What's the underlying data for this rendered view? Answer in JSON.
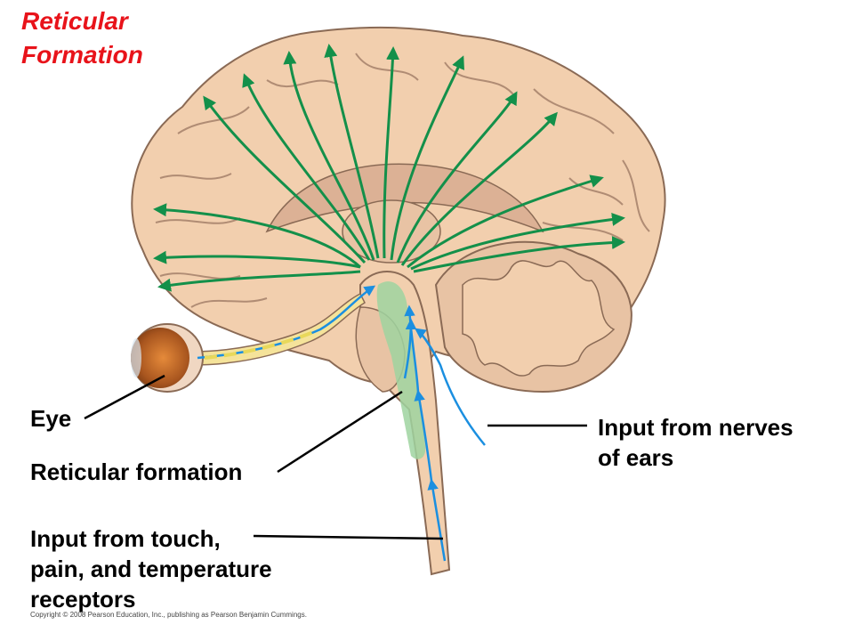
{
  "title": {
    "line1": "Reticular",
    "line2": "Formation",
    "color": "#e8131a"
  },
  "labels": {
    "eye": "Eye",
    "reticular_formation": "Reticular formation",
    "touch_line1": "Input from touch,",
    "touch_line2": "pain, and temperature",
    "touch_line3": "receptors",
    "ears_line1": "Input from nerves",
    "ears_line2": "of ears"
  },
  "copyright": "Copyright © 2008 Pearson Education, Inc., publishing as Pearson Benjamin Cummings.",
  "colors": {
    "brain_fill": "#f2cfae",
    "brain_stroke": "#8a6a55",
    "sulcus": "#b08c74",
    "inner_fill": "#dcb195",
    "green_arrow": "#13904a",
    "blue_arrow": "#1b8fe0",
    "reticular_zone": "#9fd3a0",
    "optic_nerve": "#f5e39a",
    "eye_iris": "#b8682a"
  }
}
